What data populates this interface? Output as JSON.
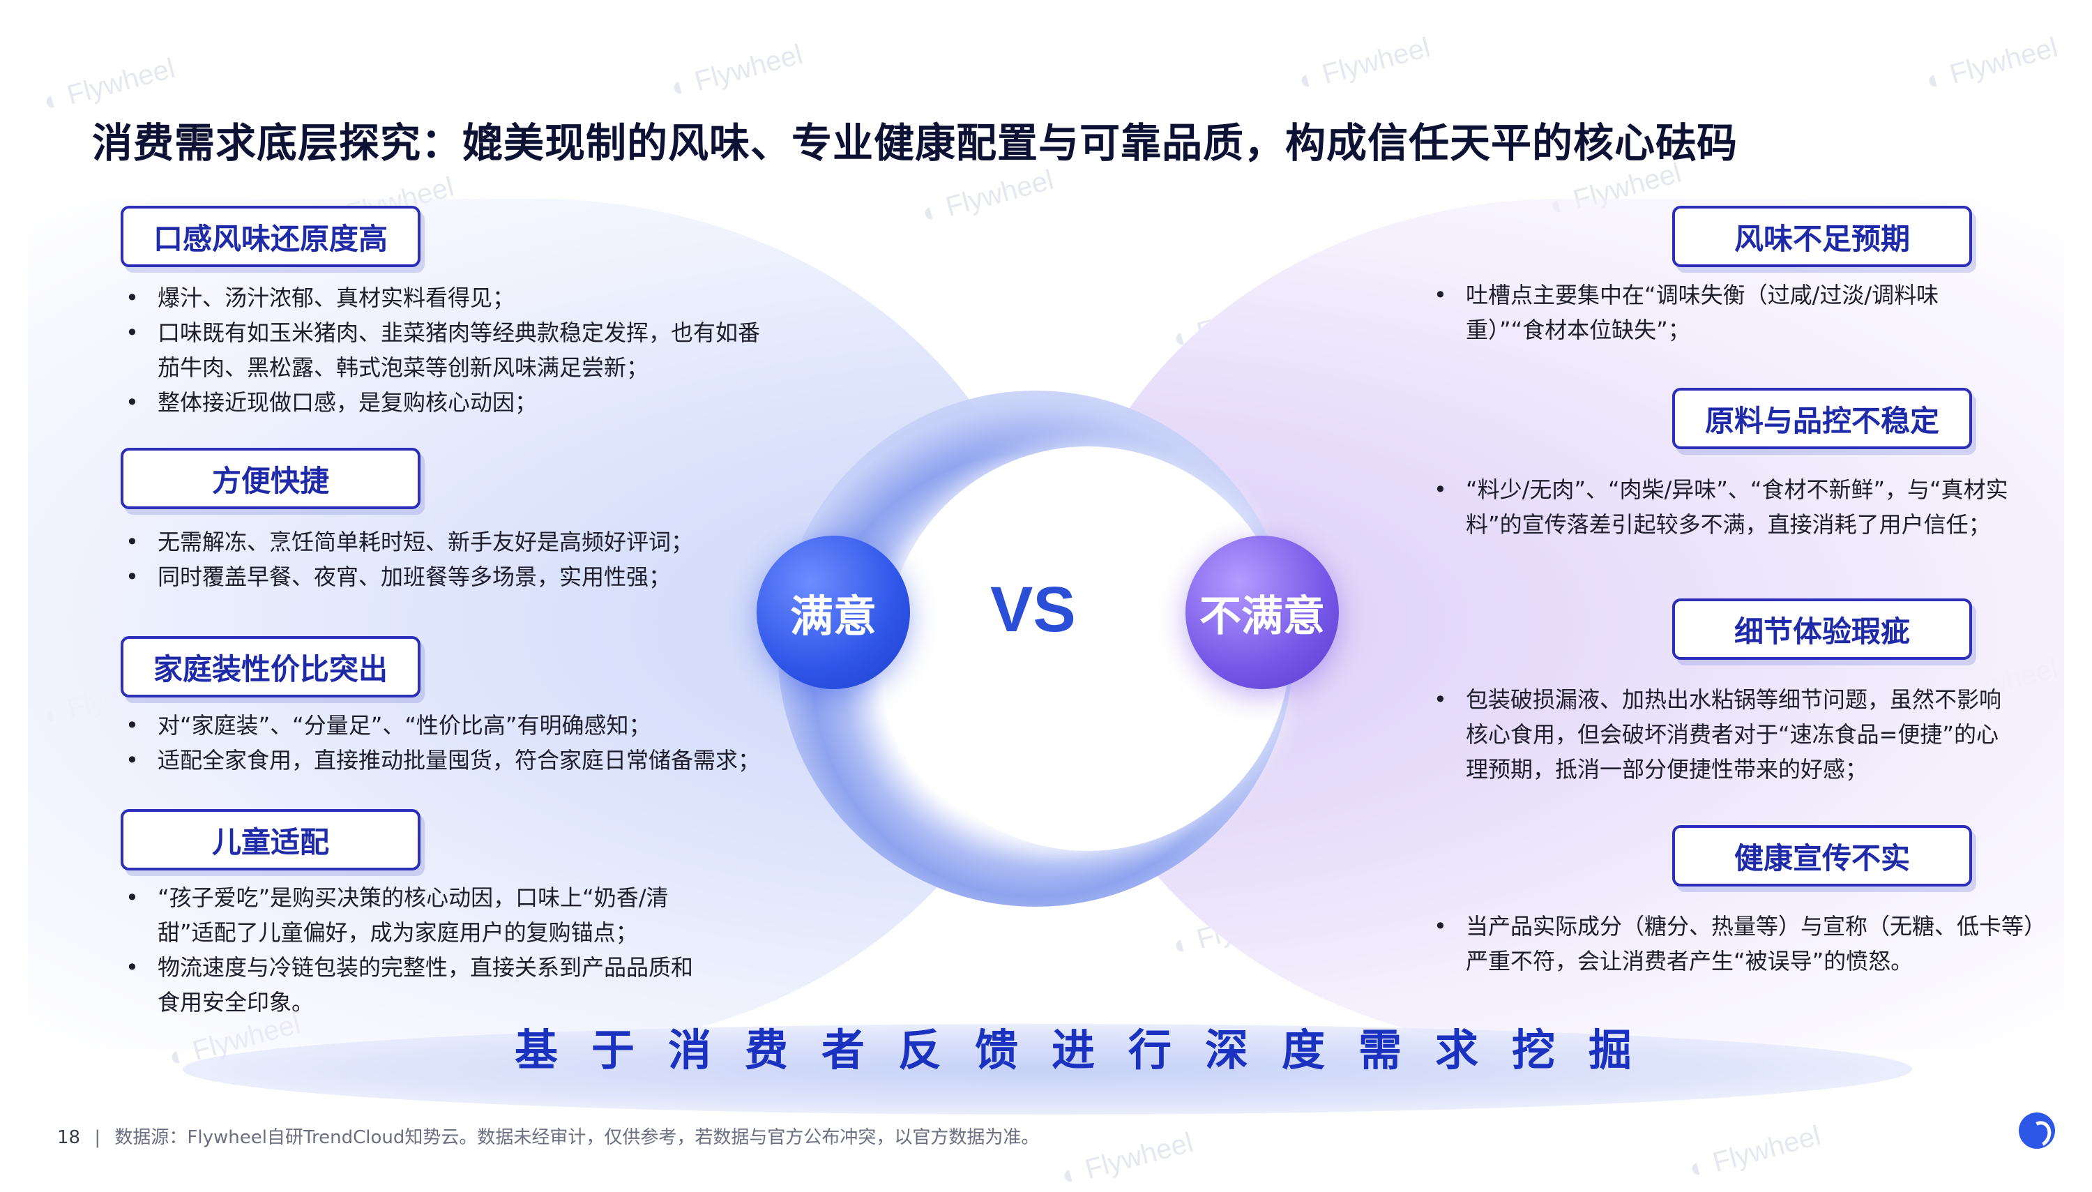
{
  "watermark": "Flywheel",
  "title": "消费需求底层探究：媲美现制的风味、专业健康配置与可靠品质，构成信任天平的核心砝码",
  "center": {
    "satisfied": "满意",
    "vs": "VS",
    "unsatisfied": "不满意"
  },
  "left": [
    {
      "label": "口感风味还原度高",
      "bullets": [
        "爆汁、汤汁浓郁、真材实料看得见；",
        "口味既有如玉米猪肉、韭菜猪肉等经典款稳定发挥，也有如番茄牛肉、黑松露、韩式泡菜等创新风味满足尝新；",
        "整体接近现做口感，是复购核心动因；"
      ]
    },
    {
      "label": "方便快捷",
      "bullets": [
        "无需解冻、烹饪简单耗时短、新手友好是高频好评词；",
        "同时覆盖早餐、夜宵、加班餐等多场景，实用性强；"
      ]
    },
    {
      "label": "家庭装性价比突出",
      "bullets": [
        "对“家庭装”、“分量足”、“性价比高”有明确感知；",
        "适配全家食用，直接推动批量囤货，符合家庭日常储备需求；"
      ]
    },
    {
      "label": "儿童适配",
      "bullets": [
        "“孩子爱吃”是购买决策的核心动因，口味上“奶香/清甜”适配了儿童偏好，成为家庭用户的复购锚点；",
        "物流速度与冷链包装的完整性，直接关系到产品品质和食用安全印象。"
      ]
    }
  ],
  "right": [
    {
      "label": "风味不足预期",
      "bullets": [
        "吐槽点主要集中在“调味失衡（过咸/过淡/调料味重）”“食材本位缺失”；"
      ]
    },
    {
      "label": "原料与品控不稳定",
      "bullets": [
        "“料少/无肉”、“肉柴/异味”、“食材不新鲜”，与“真材实料”的宣传落差引起较多不满，直接消耗了用户信任；"
      ]
    },
    {
      "label": "细节体验瑕疵",
      "bullets": [
        "包装破损漏液、加热出水粘锅等细节问题，虽然不影响核心食用，但会破坏消费者对于“速冻食品=便捷”的心理预期，抵消一部分便捷性带来的好感；"
      ]
    },
    {
      "label": "健康宣传不实",
      "bullets": [
        "当产品实际成分（糖分、热量等）与宣称（无糖、低卡等）严重不符，会让消费者产生“被误导”的愤怒。"
      ]
    }
  ],
  "bottom_banner": "基于消费者反馈进行深度需求挖掘",
  "footer": {
    "page": "18",
    "separator": "|",
    "source": "数据源：Flywheel自研TrendCloud知势云。数据未经审计，仅供参考，若数据与官方公布冲突，以官方数据为准。"
  },
  "colors": {
    "accent_blue": "#2d2fb8",
    "satisfied": "#2f55e8",
    "unsatisfied": "#7457e6"
  },
  "icons": {
    "logo": "flywheel-logo-icon"
  }
}
